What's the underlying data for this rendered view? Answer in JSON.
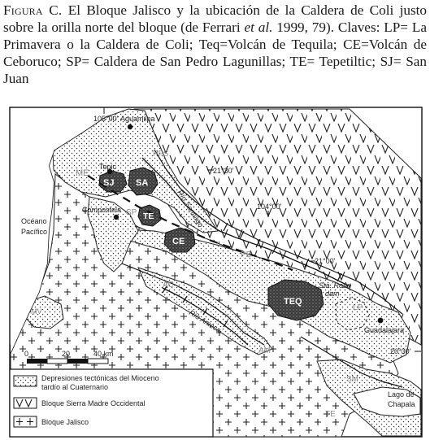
{
  "caption": {
    "label": "Figura C.",
    "text_1": " El Bloque Jalisco y la ubicación de la Caldera de Coli justo sobre la orilla norte del bloque (de Ferrari ",
    "et_al": "et al.",
    "text_2": " 1999, 79). Claves: LP= La Primavera o la Caldera de Coli; Teq=Volcán de Tequila; CE=Volcán de Ceboruco; SP= Caldera de San Pedro Lagunillas; TE= Tepetiltic; SJ= San Juan"
  },
  "map": {
    "places": {
      "aguamilpa": "Aguamilpa",
      "tepic": "Tepic",
      "compostela": "Compostela",
      "guadalajara": "Guadalajara",
      "lago_chapala_1": "Lago de",
      "lago_chapala_2": "Chapala",
      "oceano_1": "Océano",
      "oceano_2": "Pacífico"
    },
    "rivers": {
      "santiago": "Río Santiago",
      "ameca": "Río Ameca",
      "sta_rosa_1": "Sta. Rosa",
      "sta_rosa_2": "dam"
    },
    "coordinates": {
      "c1": "105°00'",
      "c2": "21°30'",
      "c3": "104°00'",
      "c4": "21°00'",
      "c5": "20°30'"
    },
    "volcano_labels": {
      "sj": "SJ",
      "sa": "SA",
      "te": "TE",
      "ce": "CE",
      "teq": "TEQ"
    },
    "zone_labels": {
      "pfs": "PFS",
      "me": "ME",
      "sp": "SP",
      "pb": "PB",
      "ac": "AC",
      "am": "AM",
      "lp": "LP",
      "sm": "SM",
      "te_south": "TE",
      "mv": "MV"
    },
    "scale": {
      "s0": "0",
      "s20": "20",
      "s40": "40 km"
    },
    "legend": {
      "item1_line1": "Depresiones tectónicas del Mioceno",
      "item1_line2": "tardío al Cuaternario",
      "item2": "Bloque Sierra Madre Occidental",
      "item3": "Bloque Jalisco"
    }
  }
}
